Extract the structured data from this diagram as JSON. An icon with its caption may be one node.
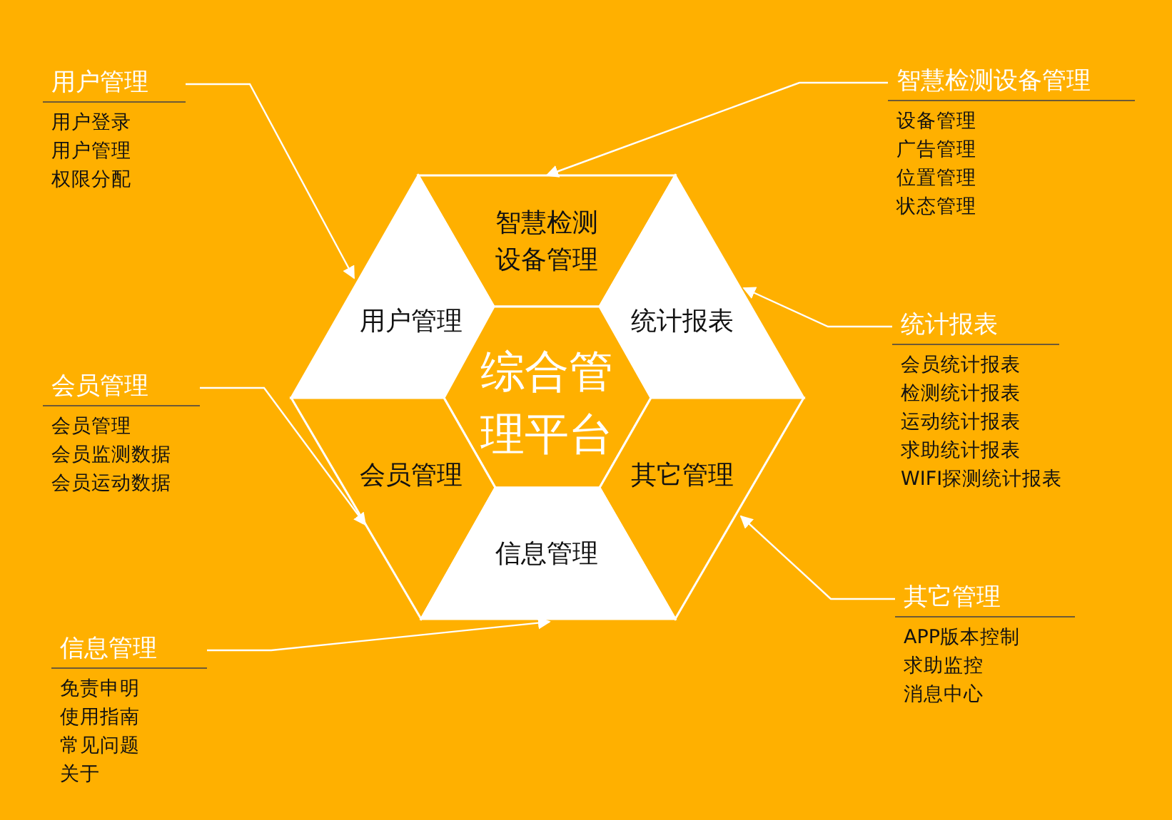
{
  "diagram": {
    "nodes": [
      {
        "text": [
          "用户管理",
          "用户登录",
          "用户管理",
          "权限分配"
        ]
      },
      {
        "text": [
          "智慧检测设备管理",
          "设备管理",
          "广告管理",
          "位置管理",
          "状态管理"
        ]
      },
      {
        "text": [
          "智慧检测设备管理"
        ]
      },
      {
        "text": [
          "用户管理"
        ]
      },
      {
        "text": [
          "统计报表"
        ]
      },
      {
        "text": [
          "综合管理平台"
        ]
      },
      {
        "text": [
          "统计报表",
          "会员统计报表",
          "检测统计报表",
          "运动统计报表",
          "求助统计报表",
          "WIFI探测统计报表"
        ]
      },
      {
        "text": [
          "会员管理",
          "会员管理",
          "会员监测数据",
          "会员运动数据"
        ]
      },
      {
        "text": [
          "会员管理"
        ]
      },
      {
        "text": [
          "其它管理"
        ]
      },
      {
        "text": [
          "信息管理"
        ]
      },
      {
        "text": [
          "其它管理",
          "APP版本控制",
          "求助监控",
          "消息中心"
        ]
      },
      {
        "text": [
          "信息管理",
          "免责申明",
          "使用指南",
          "常见问题",
          "关于"
        ]
      }
    ],
    "edges": [
      {
        "from": 0,
        "to": 3,
        "arrow": "to"
      },
      {
        "from": 1,
        "to": 2,
        "arrow": "to"
      },
      {
        "from": 6,
        "to": 4,
        "arrow": "to"
      },
      {
        "from": 7,
        "to": 8,
        "arrow": "to"
      },
      {
        "from": 11,
        "to": 9,
        "arrow": "to"
      },
      {
        "from": 12,
        "to": 10,
        "arrow": "to"
      }
    ]
  }
}
